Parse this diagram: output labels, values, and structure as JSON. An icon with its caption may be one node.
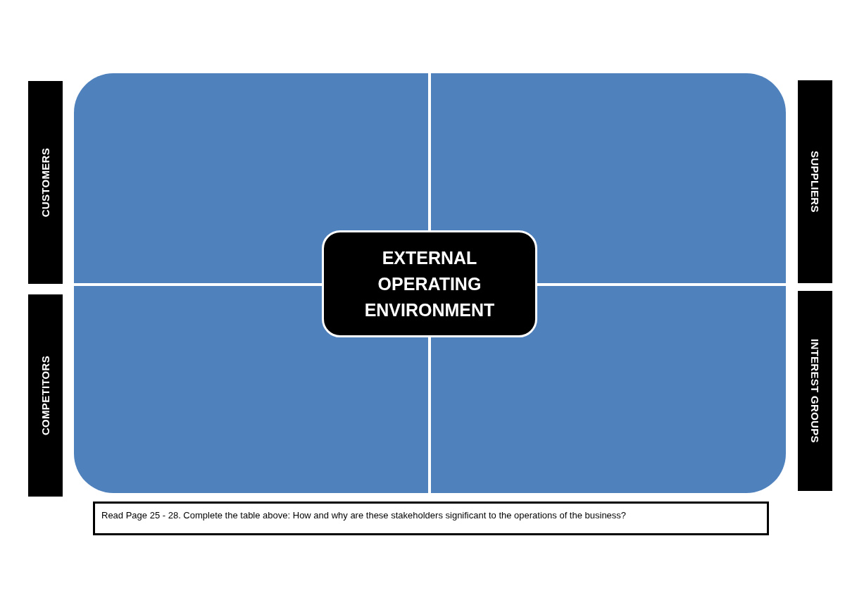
{
  "diagram": {
    "nodes": [
      {
        "text": [
          "CUSTOMERS"
        ]
      },
      {
        "text": [],
        "shape": "box"
      },
      {
        "text": [],
        "shape": "box"
      },
      {
        "text": [
          "SUPPLIERS"
        ]
      },
      {
        "text": [
          "EXTERNAL OPERATING ENVIRONMENT"
        ]
      },
      {
        "text": [
          "COMPETITORS"
        ]
      },
      {
        "text": [],
        "shape": "box"
      },
      {
        "text": [],
        "shape": "box"
      },
      {
        "text": [
          "INTEREST GROUPS"
        ]
      },
      {
        "text": [
          "Read Page 25 - 28. Complete the table above: How and why are these stakeholders significant to the operations of the business?"
        ]
      }
    ]
  }
}
